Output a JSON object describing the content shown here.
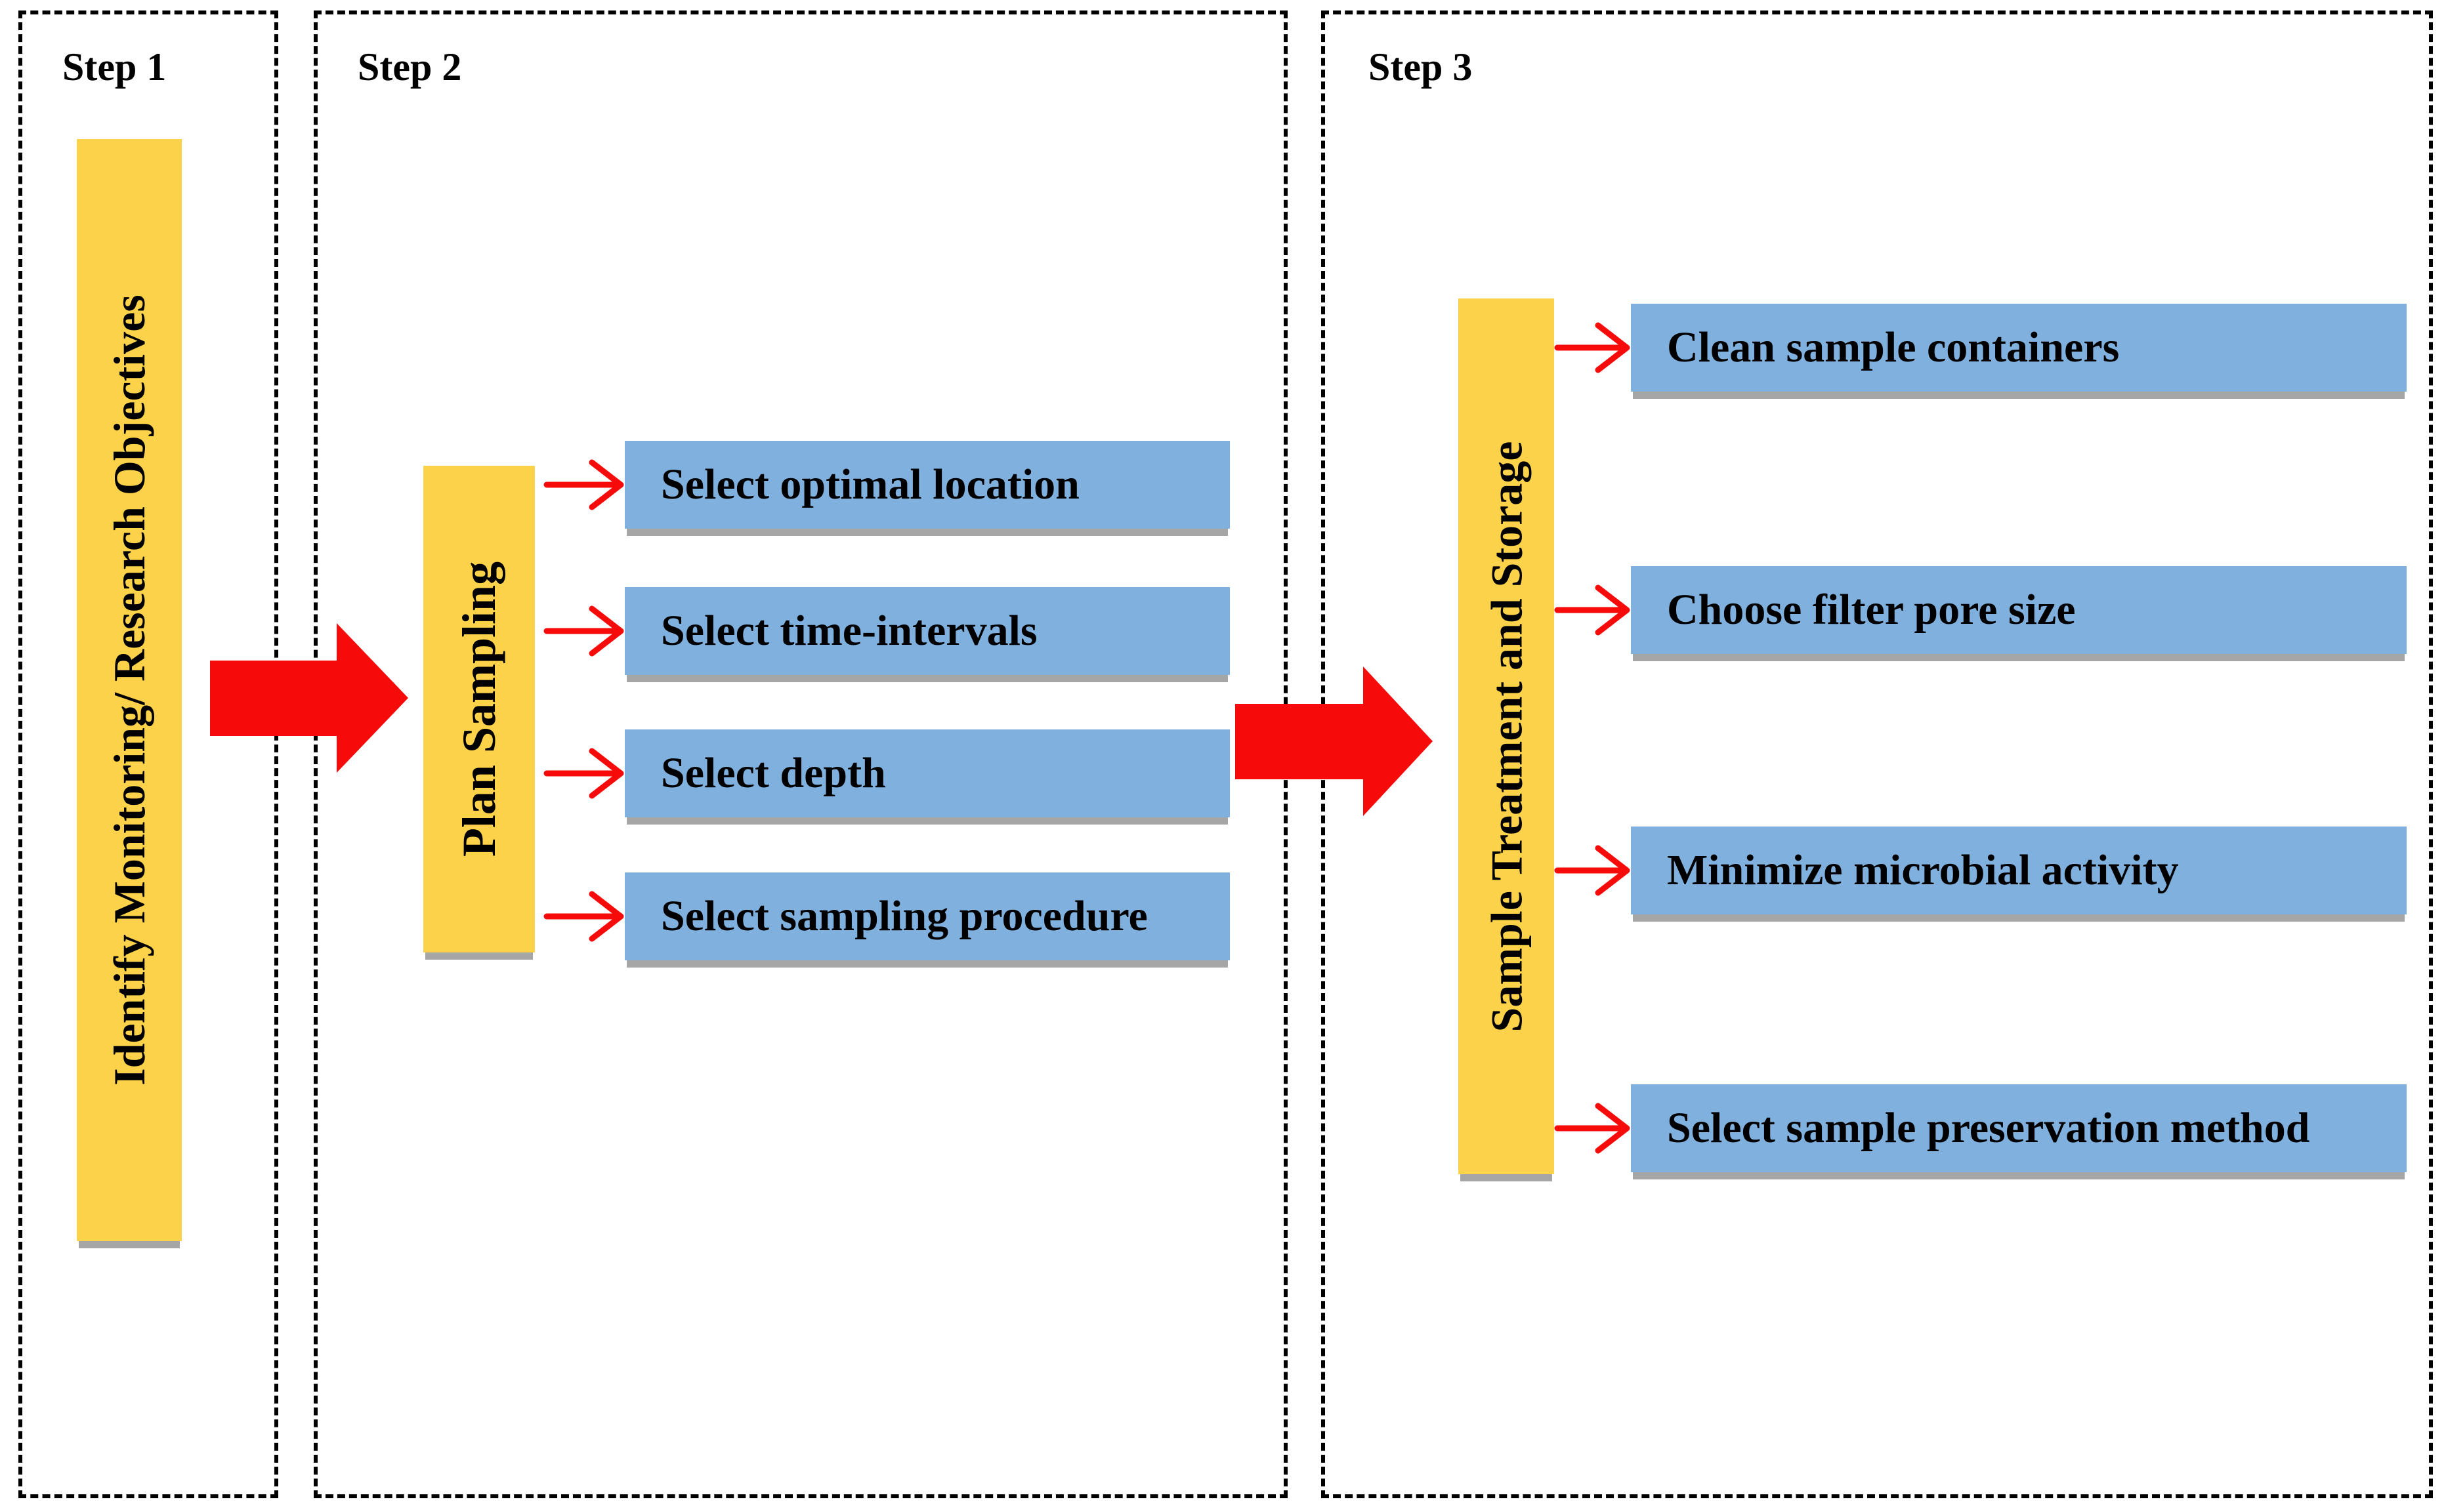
{
  "colors": {
    "yellow": "#FCD24A",
    "blue": "#7FB0DE",
    "red": "#F70A0A",
    "shadow": "#A6A6A6",
    "line": "#000000",
    "bg": "#FFFFFF",
    "text": "#000000"
  },
  "panels": [
    {
      "label": "Step 1",
      "box_text": "Identify Monitoring/ Research Objectives",
      "items": []
    },
    {
      "label": "Step 2",
      "box_text": "Plan Sampling",
      "items": [
        "Select optimal location",
        "Select time-intervals",
        "Select depth",
        "Select sampling procedure"
      ]
    },
    {
      "label": "Step 3",
      "box_text": "Sample Treatment and Storage",
      "items": [
        "Clean sample containers",
        "Choose filter pore size",
        "Minimize microbial activity",
        "Select sample preservation method"
      ]
    }
  ],
  "icons": {
    "big_flow_arrow": "solid-block-right-arrow",
    "item_arrow": "thin-open-right-arrow"
  }
}
